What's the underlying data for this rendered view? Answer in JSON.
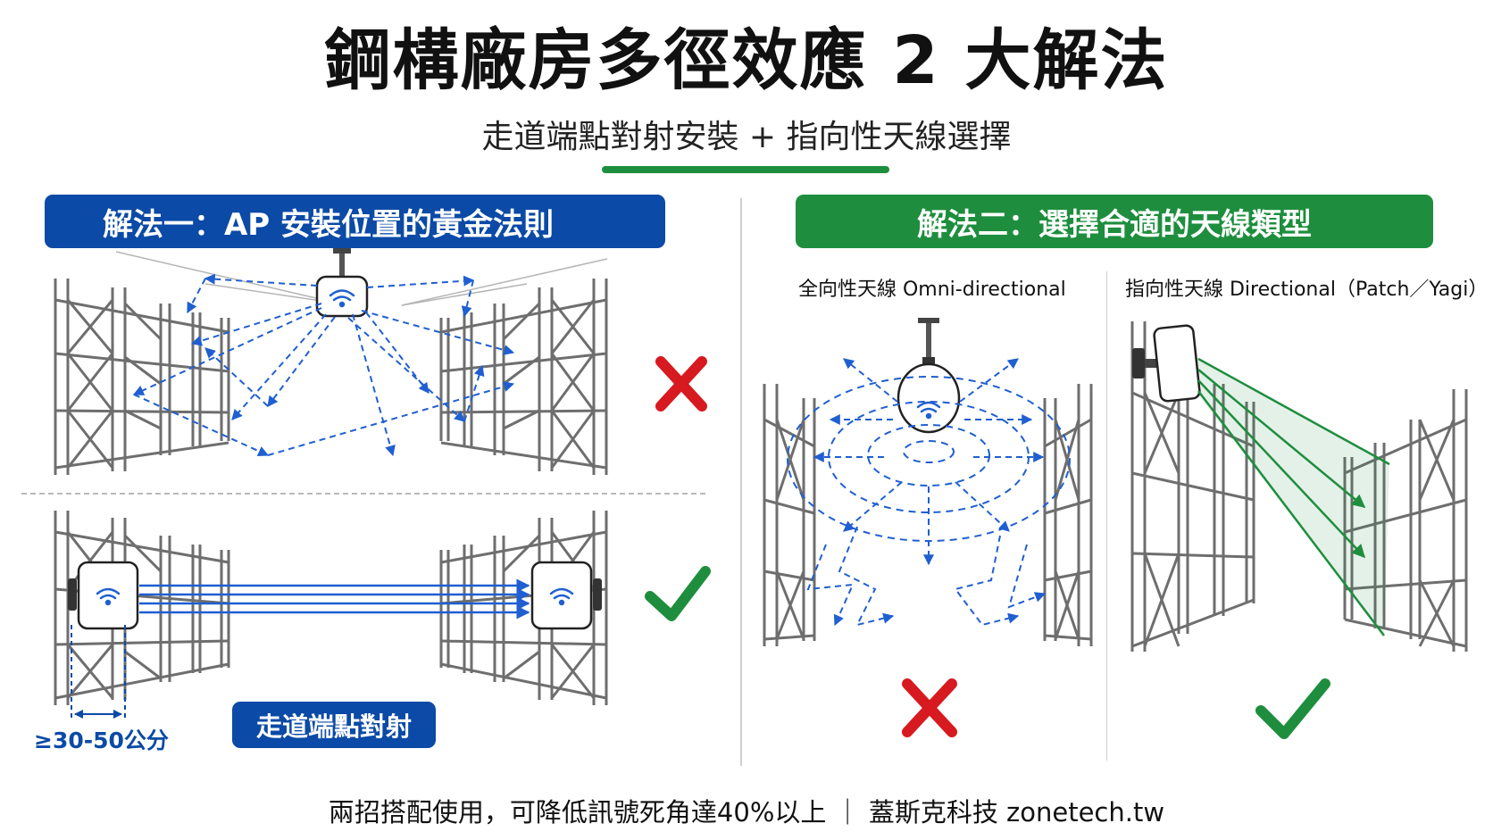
{
  "header": {
    "title": "鋼構廠房多徑效應 2 大解法",
    "subtitle": "走道端點對射安裝 + 指向性天線選擇"
  },
  "solution_one": {
    "banner": "解法一：AP 安裝位置的黃金法則",
    "distance_label": "≥30-50公分",
    "method_label": "走道端點對射",
    "top_verdict": "wrong",
    "bottom_verdict": "correct"
  },
  "solution_two": {
    "banner": "解法二：選擇合適的天線類型",
    "omni_label": "全向性天線 Omni-directional",
    "directional_label": "指向性天線 Directional（Patch／Yagi）",
    "omni_verdict": "wrong",
    "directional_verdict": "correct"
  },
  "footer": {
    "text": "兩招搭配使用，可降低訊號死角達40%以上 ｜ 蓋斯克科技 zonetech.tw"
  },
  "colors": {
    "blue": "#0b4aa6",
    "signal_blue": "#1f5fd1",
    "green": "#1e8e3e",
    "red": "#d71920",
    "rack": "#6e6e6e"
  },
  "icons": [
    "wifi-icon",
    "cross-icon",
    "check-icon",
    "access-point-icon",
    "patch-antenna-icon"
  ]
}
